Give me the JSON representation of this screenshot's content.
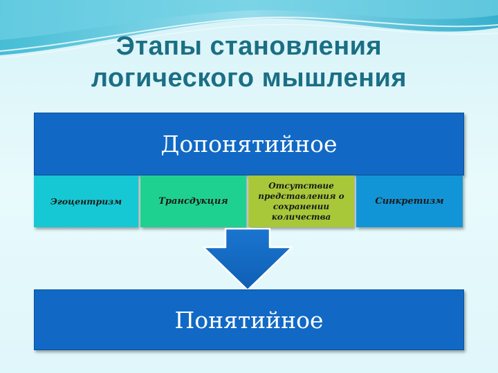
{
  "title": {
    "line1": "Этапы становления",
    "line2": "логического мышления"
  },
  "top_box": {
    "label": "Допонятийное"
  },
  "cells": [
    {
      "label": "Эгоцентризм",
      "color": "#16c8d3"
    },
    {
      "label": "Трансдукция",
      "color": "#1fd191"
    },
    {
      "label": "Отсутствие представления о сохранении количества",
      "color": "#a8c839"
    },
    {
      "label": "Синкретизм",
      "color": "#1295d7"
    }
  ],
  "arrow": {
    "icon": "arrow-down-icon",
    "color": "#1169c5"
  },
  "bottom_box": {
    "label": "Понятийное"
  },
  "colors": {
    "title": "#1b6f84",
    "box": "#1169c5",
    "background": "#e6f9fc"
  }
}
